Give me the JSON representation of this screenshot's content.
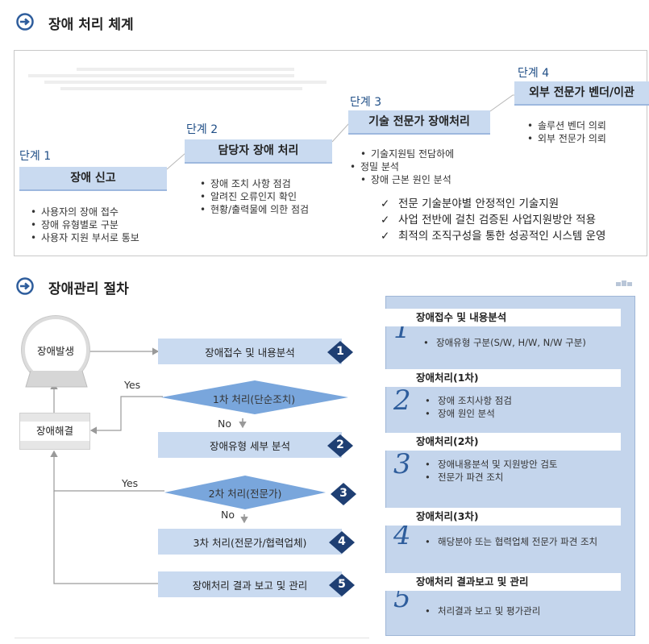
{
  "section1": {
    "title": "장애 처리 체계"
  },
  "stages": [
    {
      "label": "단계 1",
      "box": "장애 신고",
      "items": [
        "사용자의 장애 접수",
        "장애 유형별로 구분",
        "사용자 지원 부서로 통보"
      ]
    },
    {
      "label": "단계 2",
      "box": "담당자 장애 처리",
      "items": [
        "장애 조치 사항 점검",
        "알려진 오류인지 확인",
        "현황/출력물에 의한 점검"
      ]
    },
    {
      "label": "단계 3",
      "box": "기술 전문가 장애처리",
      "items": [
        "기술지원팀 전담하에",
        "정밀 분석",
        "장애 근본 원인 분석"
      ]
    },
    {
      "label": "단계 4",
      "box": "외부 전문가 벤더/이관",
      "items": [
        "솔루션 벤더 의뢰",
        "외부 전문가 의뢰"
      ]
    }
  ],
  "checks": [
    "전문 기술분야별 안정적인 기술지원",
    "사업 전반에 걸친 검증된 사업지원방안 적용",
    "최적의 조직구성을 통한 성공적인 시스템 운영"
  ],
  "section2": {
    "title": "장애관리 절차"
  },
  "flow": {
    "start": "장애발생",
    "resolve": "장애해결",
    "box1": "장애접수 및 내용분석",
    "diamond1": "1차 처리(단순조치)",
    "box2": "장애유형 세부 분석",
    "diamond2": "2차 처리(전문가)",
    "box4": "3차 처리(전문가/협력업체)",
    "box5": "장애처리 결과 보고 및 관리",
    "yes1": "Yes",
    "no1": "No",
    "yes2": "Yes",
    "no2": "No",
    "badges": [
      "1",
      "2",
      "3",
      "4",
      "5"
    ]
  },
  "steps": [
    {
      "num": "1",
      "title": "장애접수 및 내용분석",
      "items": [
        "장애유형 구분(S/W, H/W, N/W 구분)"
      ]
    },
    {
      "num": "2",
      "title": "장애처리(1차)",
      "items": [
        "장애 조치사항 점검",
        "장애 원인 분석"
      ]
    },
    {
      "num": "3",
      "title": "장애처리(2차)",
      "items": [
        "장애내용분석 및 지원방안 검토",
        "전문가 파견 조치"
      ]
    },
    {
      "num": "4",
      "title": "장애처리(3차)",
      "items": [
        "해당분야 또는 협력업체 전문가 파견 조치"
      ]
    },
    {
      "num": "5",
      "title": "장애처리 결과보고 및 관리",
      "items": [
        "처리결과 보고 및 평가관리"
      ]
    }
  ],
  "colors": {
    "accent": "#1f4e86",
    "box": "#c9daf0",
    "panel": "#c4d5ec",
    "badge": "#1f3f73"
  }
}
